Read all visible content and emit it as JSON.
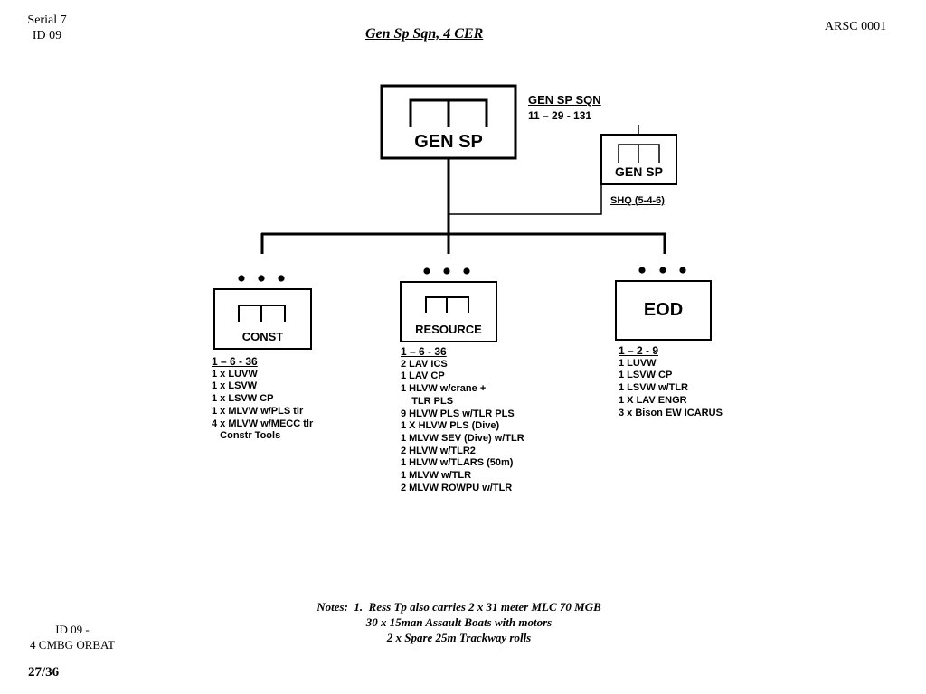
{
  "header": {
    "serial": "Serial 7",
    "id": "ID 09",
    "doc_ref": "ARSC 0001",
    "title": "Gen Sp Sqn, 4 CER"
  },
  "sqn": {
    "box_label": "GEN SP",
    "name": "GEN SP SQN",
    "strength": "11 – 29 - 131"
  },
  "shq": {
    "box_label": "GEN SP",
    "label": "SHQ (5-4-6)"
  },
  "troops": [
    {
      "label": "CONST",
      "strength": "1 – 6 - 36",
      "items": [
        "1 x LUVW",
        "1 x LSVW",
        "1 x LSVW CP",
        "1 x MLVW w/PLS tlr",
        "4 x MLVW w/MECC tlr",
        "   Constr Tools"
      ]
    },
    {
      "label": "RESOURCE",
      "strength": "1 – 6 - 36",
      "items": [
        "2 LAV ICS",
        "1 LAV CP",
        "1 HLVW w/crane +",
        "    TLR PLS",
        "9 HLVW PLS w/TLR PLS",
        "1 X HLVW PLS (Dive)",
        "1 MLVW SEV (Dive) w/TLR",
        "2 HLVW w/TLR2",
        "1 HLVW w/TLARS (50m)",
        "1 MLVW w/TLR",
        "2 MLVW ROWPU w/TLR"
      ]
    },
    {
      "label": "EOD",
      "strength": "1 – 2 - 9",
      "items": [
        "1 LUVW",
        "1 LSVW CP",
        "1 LSVW w/TLR",
        "1 X LAV ENGR",
        "3 x Bison EW ICARUS"
      ]
    }
  ],
  "notes": {
    "line1": "Notes:  1.  Ress Tp also carries 2 x 31 meter MLC 70 MGB",
    "line2": "30 x 15man Assault Boats with motors",
    "line3": "2 x Spare 25m Trackway rolls"
  },
  "footer": {
    "id_line1": "ID 09 -",
    "id_line2": "4 CMBG ORBAT",
    "page": "27/36"
  }
}
